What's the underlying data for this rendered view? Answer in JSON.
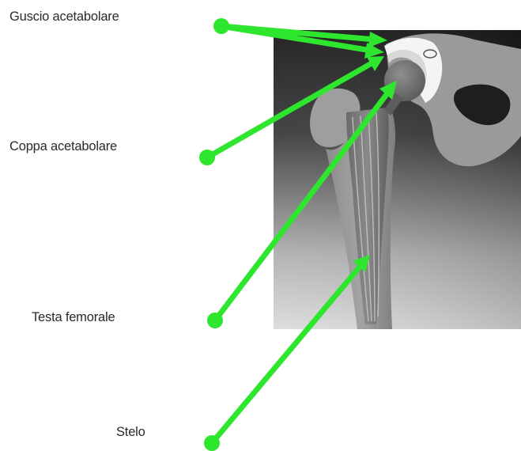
{
  "labels": {
    "guscio": "Guscio acetabolare",
    "coppa": "Coppa acetabolare",
    "testa": "Testa femorale",
    "stelo": "Stelo"
  },
  "colors": {
    "arrow": "#2ee62e",
    "background": "#ffffff",
    "label_text": "#2a2a2a"
  },
  "icons": {
    "pointer_dot": "green-dot-icon",
    "pointer_head": "arrowhead-icon"
  }
}
